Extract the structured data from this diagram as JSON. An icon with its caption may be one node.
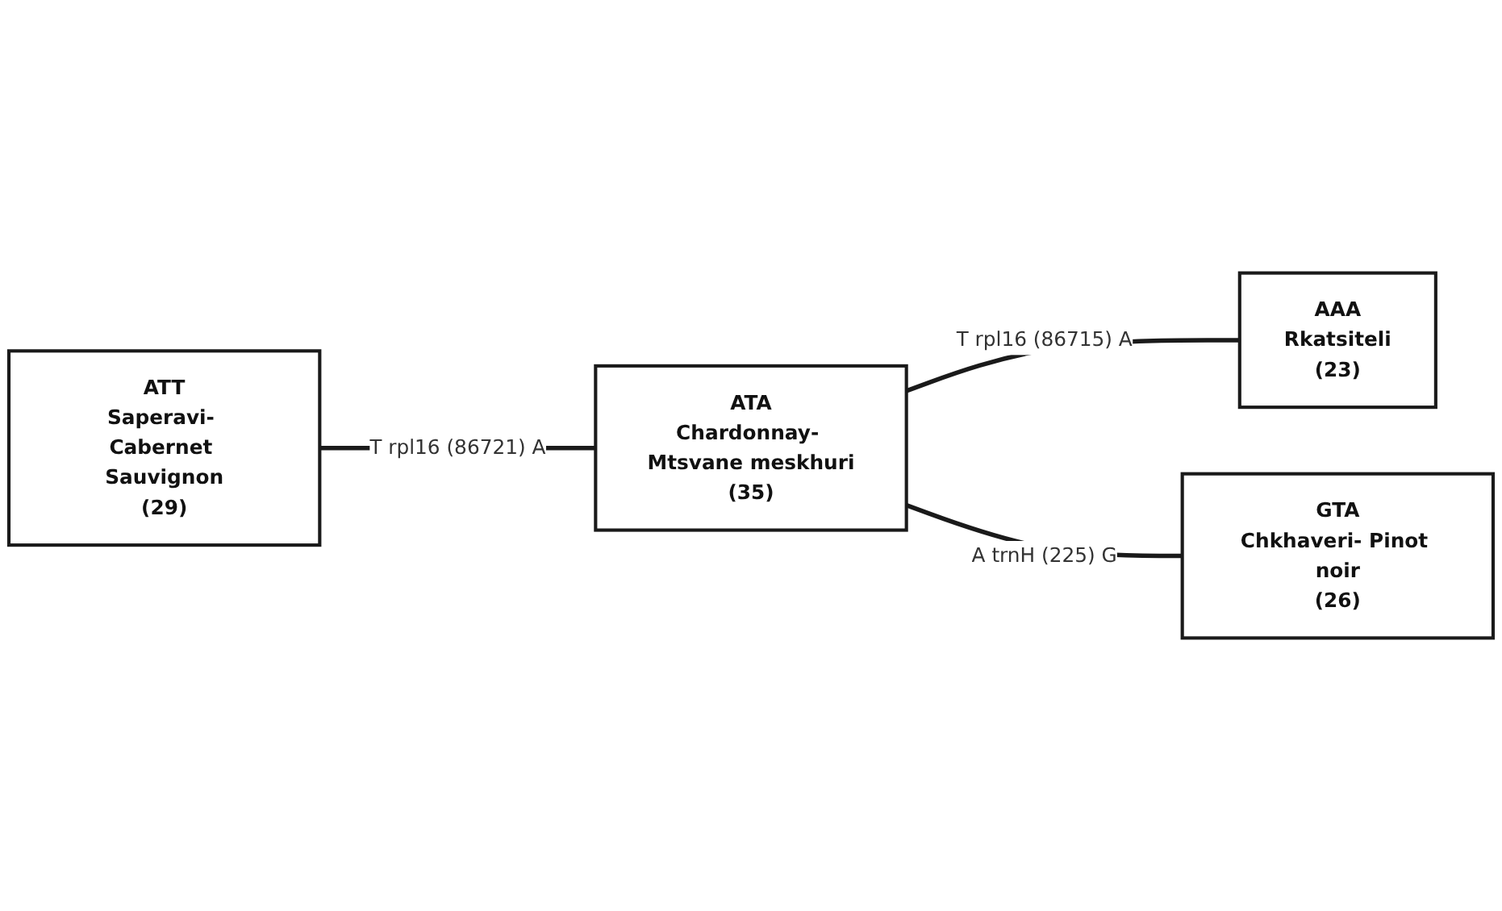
{
  "diagram": {
    "nodes": [
      {
        "text": [
          "AAA",
          "Rkatsiteli",
          "(23)"
        ]
      },
      {
        "text": [
          "ATT",
          "Saperavi- Cabernet Sauvignon",
          "(29)"
        ]
      },
      {
        "text": [
          "ATA",
          "Chardonnay- Mtsvane meskhuri",
          "(35)"
        ]
      },
      {
        "text": [
          "GTA",
          "Chkhaveri- Pinot noir",
          "(26)"
        ]
      }
    ],
    "edges": [
      {
        "from": 2,
        "to": 0,
        "arrow": "none",
        "label": "T rpl16 (86715) A"
      },
      {
        "from": 1,
        "to": 2,
        "arrow": "none",
        "label": "T rpl16 (86721) A"
      },
      {
        "from": 2,
        "to": 3,
        "arrow": "none",
        "label": "A trnH (225) G"
      }
    ]
  }
}
